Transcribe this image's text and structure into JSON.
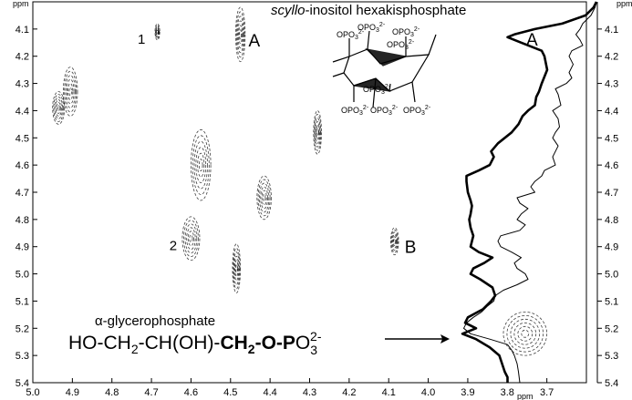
{
  "chart_data": {
    "type": "contour",
    "x_axis": {
      "label": "ppm",
      "range": [
        5.0,
        3.6
      ],
      "ticks": [
        "5.0",
        "4.9",
        "4.8",
        "4.7",
        "4.6",
        "4.5",
        "4.4",
        "4.3",
        "4.2",
        "4.1",
        "4.0",
        "3.9",
        "3.8",
        "3.7"
      ]
    },
    "y_axis": {
      "label": "ppm",
      "range": [
        4.0,
        5.4
      ],
      "ticks": [
        "4.1",
        "4.2",
        "4.3",
        "4.4",
        "4.5",
        "4.6",
        "4.7",
        "4.8",
        "4.9",
        "5.0",
        "5.1",
        "5.2",
        "5.3",
        "5.4"
      ]
    },
    "contour_peaks": [
      {
        "x": 4.905,
        "y": 4.33,
        "w": 0.018,
        "h": 0.09
      },
      {
        "x": 4.935,
        "y": 4.39,
        "w": 0.015,
        "h": 0.06
      },
      {
        "x": 4.685,
        "y": 4.11,
        "w": 0.006,
        "h": 0.03
      },
      {
        "x": 4.475,
        "y": 4.12,
        "w": 0.012,
        "h": 0.1
      },
      {
        "x": 4.575,
        "y": 4.6,
        "w": 0.025,
        "h": 0.13
      },
      {
        "x": 4.6,
        "y": 4.87,
        "w": 0.022,
        "h": 0.08
      },
      {
        "x": 4.485,
        "y": 4.98,
        "w": 0.01,
        "h": 0.09
      },
      {
        "x": 4.415,
        "y": 4.72,
        "w": 0.018,
        "h": 0.08
      },
      {
        "x": 4.28,
        "y": 4.48,
        "w": 0.01,
        "h": 0.08
      },
      {
        "x": 4.085,
        "y": 4.88,
        "w": 0.01,
        "h": 0.05
      },
      {
        "x": 3.755,
        "y": 5.22,
        "w": 0.055,
        "h": 0.08
      }
    ],
    "annotations": [
      {
        "id": "A",
        "text": "A",
        "x": 4.44,
        "y": 4.14
      },
      {
        "id": "B",
        "text": "B",
        "x": 4.045,
        "y": 4.9
      },
      {
        "id": "n1",
        "text": "1",
        "x": 4.725,
        "y": 4.13
      },
      {
        "id": "n2",
        "text": "2",
        "x": 4.645,
        "y": 4.89
      }
    ],
    "projection": {
      "thick": [
        [
          4.0,
          1.0
        ],
        [
          4.02,
          0.98
        ],
        [
          4.05,
          0.92
        ],
        [
          4.08,
          0.75
        ],
        [
          4.1,
          0.55
        ],
        [
          4.12,
          0.4
        ],
        [
          4.13,
          0.35
        ],
        [
          4.15,
          0.45
        ],
        [
          4.18,
          0.6
        ],
        [
          4.2,
          0.62
        ],
        [
          4.25,
          0.64
        ],
        [
          4.3,
          0.6
        ],
        [
          4.33,
          0.58
        ],
        [
          4.35,
          0.56
        ],
        [
          4.38,
          0.55
        ],
        [
          4.4,
          0.5
        ],
        [
          4.42,
          0.46
        ],
        [
          4.45,
          0.43
        ],
        [
          4.48,
          0.38
        ],
        [
          4.5,
          0.33
        ],
        [
          4.52,
          0.28
        ],
        [
          4.55,
          0.23
        ],
        [
          4.57,
          0.25
        ],
        [
          4.6,
          0.22
        ],
        [
          4.62,
          0.14
        ],
        [
          4.64,
          0.05
        ],
        [
          4.66,
          0.05
        ],
        [
          4.7,
          0.06
        ],
        [
          4.73,
          0.08
        ],
        [
          4.75,
          0.09
        ],
        [
          4.78,
          0.08
        ],
        [
          4.8,
          0.07
        ],
        [
          4.83,
          0.08
        ],
        [
          4.86,
          0.1
        ],
        [
          4.88,
          0.09
        ],
        [
          4.9,
          0.08
        ],
        [
          4.92,
          0.14
        ],
        [
          4.94,
          0.24
        ],
        [
          4.96,
          0.18
        ],
        [
          4.98,
          0.1
        ],
        [
          5.0,
          0.08
        ],
        [
          5.02,
          0.15
        ],
        [
          5.05,
          0.24
        ],
        [
          5.08,
          0.26
        ],
        [
          5.1,
          0.23
        ],
        [
          5.13,
          0.17
        ],
        [
          5.16,
          0.06
        ],
        [
          5.18,
          0.04
        ],
        [
          5.2,
          0.12
        ],
        [
          5.22,
          0.02
        ],
        [
          5.24,
          0.12
        ],
        [
          5.27,
          0.22
        ],
        [
          5.3,
          0.29
        ],
        [
          5.33,
          0.31
        ],
        [
          5.36,
          0.33
        ],
        [
          5.38,
          0.35
        ],
        [
          5.4,
          0.35
        ]
      ],
      "thin": [
        [
          4.0,
          1.0
        ],
        [
          4.02,
          0.99
        ],
        [
          4.05,
          0.96
        ],
        [
          4.08,
          0.9
        ],
        [
          4.1,
          0.88
        ],
        [
          4.12,
          0.85
        ],
        [
          4.14,
          0.88
        ],
        [
          4.16,
          0.9
        ],
        [
          4.18,
          0.82
        ],
        [
          4.2,
          0.8
        ],
        [
          4.23,
          0.83
        ],
        [
          4.26,
          0.8
        ],
        [
          4.28,
          0.82
        ],
        [
          4.3,
          0.78
        ],
        [
          4.32,
          0.7
        ],
        [
          4.34,
          0.72
        ],
        [
          4.36,
          0.73
        ],
        [
          4.38,
          0.74
        ],
        [
          4.4,
          0.68
        ],
        [
          4.43,
          0.72
        ],
        [
          4.46,
          0.73
        ],
        [
          4.48,
          0.7
        ],
        [
          4.5,
          0.68
        ],
        [
          4.53,
          0.72
        ],
        [
          4.55,
          0.7
        ],
        [
          4.57,
          0.68
        ],
        [
          4.6,
          0.7
        ],
        [
          4.62,
          0.62
        ],
        [
          4.64,
          0.6
        ],
        [
          4.66,
          0.55
        ],
        [
          4.68,
          0.52
        ],
        [
          4.7,
          0.55
        ],
        [
          4.72,
          0.42
        ],
        [
          4.74,
          0.44
        ],
        [
          4.76,
          0.5
        ],
        [
          4.78,
          0.45
        ],
        [
          4.8,
          0.42
        ],
        [
          4.82,
          0.48
        ],
        [
          4.84,
          0.44
        ],
        [
          4.86,
          0.3
        ],
        [
          4.88,
          0.28
        ],
        [
          4.9,
          0.3
        ],
        [
          4.92,
          0.38
        ],
        [
          4.94,
          0.45
        ],
        [
          4.96,
          0.4
        ],
        [
          4.98,
          0.42
        ],
        [
          5.0,
          0.48
        ],
        [
          5.02,
          0.5
        ],
        [
          5.04,
          0.42
        ],
        [
          5.06,
          0.32
        ],
        [
          5.08,
          0.26
        ],
        [
          5.1,
          0.25
        ],
        [
          5.12,
          0.2
        ],
        [
          5.14,
          0.16
        ],
        [
          5.16,
          0.1
        ],
        [
          5.18,
          0.05
        ],
        [
          5.2,
          0.03
        ],
        [
          5.22,
          0.08
        ],
        [
          5.24,
          0.22
        ],
        [
          5.26,
          0.35
        ],
        [
          5.28,
          0.38
        ],
        [
          5.3,
          0.4
        ],
        [
          5.33,
          0.42
        ],
        [
          5.36,
          0.43
        ],
        [
          5.4,
          0.44
        ]
      ]
    }
  },
  "compound": {
    "title_prefix": "scyllo",
    "title_rest": "-inositol hexakisphosphate",
    "label_a": "OPO",
    "label_b": "3",
    "label_c": "2-"
  },
  "glycerophosphate": {
    "name": "α-glycerophosphate",
    "formula_part1": "HO-CH",
    "formula_part2": "2",
    "formula_part3": "-CH(OH)-",
    "formula_part4": "CH",
    "formula_part5": "2",
    "formula_part6": "-O-P",
    "formula_part7": "O",
    "formula_part8": "3",
    "formula_part9": "2-"
  }
}
